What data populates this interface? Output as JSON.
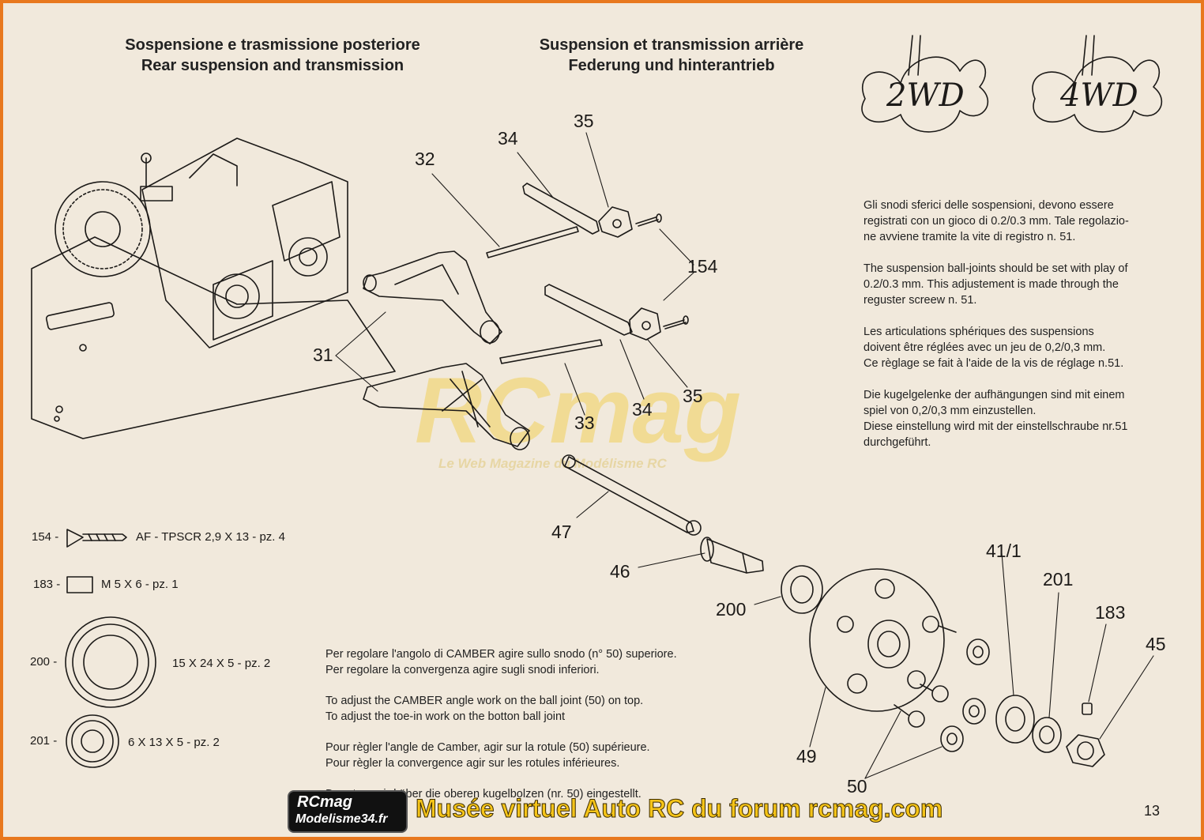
{
  "headings": {
    "it": "Sospensione e trasmissione posteriore",
    "en": "Rear suspension and transmission",
    "fr": "Suspension et transmission arrière",
    "de": "Federung und hinterantrieb"
  },
  "badges": {
    "two_wd": "2WD",
    "four_wd": "4WD"
  },
  "instructions_right": {
    "it": [
      "Gli snodi sferici delle sospensioni, devono essere",
      "registrati con un gioco di 0.2/0.3 mm. Tale regolazio-",
      "ne avviene tramite la vite di registro n. 51."
    ],
    "en": [
      "The suspension ball-joints should be set with play of",
      "0.2/0.3 mm. This adjustement is made through the",
      "reguster screew n. 51."
    ],
    "fr": [
      "Les articulations sphériques des suspensions",
      "doivent être réglées avec un jeu de 0,2/0,3 mm.",
      "Ce règlage se fait à l'aide de la vis de réglage n.51."
    ],
    "de": [
      "Die kugelgelenke der aufhängungen sind mit einem",
      "spiel von 0,2/0,3 mm einzustellen.",
      "Diese einstellung wird mit der einstellschraube nr.51",
      "durchgeführt."
    ]
  },
  "instructions_bottom": {
    "it": [
      "Per regolare l'angolo di CAMBER agire sullo snodo (n° 50) superiore.",
      "Per regolare la convergenza agire sugli snodi inferiori."
    ],
    "en": [
      "To adjust the CAMBER angle work on the ball joint (50)  on top.",
      "To adjust the toe-in work on the botton ball joint"
    ],
    "fr": [
      "Pour règler l'angle de Camber, agir sur la rotule (50) supérieure.",
      "Pour règler la convergence agir sur les rotules inférieures."
    ],
    "de": [
      "Der sturz wird über die oberen kugelbolzen (nr. 50) eingestellt."
    ]
  },
  "callouts": {
    "p31": "31",
    "p32": "32",
    "p33": "33",
    "p34a": "34",
    "p34b": "34",
    "p35a": "35",
    "p35b": "35",
    "p154": "154",
    "p47": "47",
    "p46": "46",
    "p200": "200",
    "p41": "41/1",
    "p201": "201",
    "p183": "183",
    "p45": "45",
    "p49": "49",
    "p50": "50"
  },
  "parts_legend": [
    {
      "num": "154 -",
      "desc": "AF - TPSCR 2,9 X 13 - pz. 4",
      "icon": "screw-icon"
    },
    {
      "num": "183 -",
      "desc": "M 5 X 6 - pz. 1",
      "icon": "grub-screw-icon"
    },
    {
      "num": "200 -",
      "desc": "15 X 24 X 5 - pz. 2",
      "icon": "bearing-icon"
    },
    {
      "num": "201 -",
      "desc": "6 X 13 X 5 - pz. 2",
      "icon": "bearing-icon"
    }
  ],
  "watermark": {
    "logo": "RCmag",
    "tagline": "Le Web Magazine du Modélisme RC"
  },
  "footer": {
    "site_logo_top": "RCmag",
    "site_logo_bottom": "Modelisme34.fr",
    "museum": "Musée virtuel Auto RC du forum rcmag.com",
    "page_number": "13"
  },
  "colors": {
    "paper": "#f1e9dc",
    "ink": "#1c1a18",
    "frame": "#e8781e",
    "footer_text": "#f5c418",
    "watermark": "#f2d05a"
  }
}
